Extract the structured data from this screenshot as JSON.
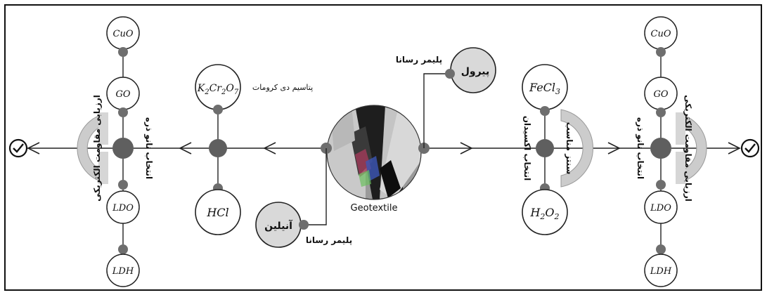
{
  "center": {
    "label": "Geotextile"
  },
  "left_branch": {
    "polymer_caption": "پلیمر رسانا",
    "polymer_name": "آنیلین",
    "oxidant_label": "پتاسیم دی کرومات",
    "oxidant_formula": "K2Cr2O7",
    "acid_formula": "HCl",
    "nano": {
      "step_label": "انتخاب نانو ذره",
      "test_label": "ارزیابی مقاومت الکتریکی",
      "top": [
        "CuO",
        "GO"
      ],
      "bottom": [
        "LDO",
        "LDH"
      ]
    }
  },
  "right_branch": {
    "polymer_caption": "پلیمر رسانا",
    "polymer_name": "پیرول",
    "oxidant_top": "FeCl3",
    "oxidant_bottom": "H2O2",
    "oxidant_step_label": "انتخاب اکسیدان",
    "synthesis_label": "سنتز مناسب",
    "nano": {
      "step_label": "انتخاب نانو ذره",
      "test_label": "ارزیابی مقاومت الکتریکی",
      "top": [
        "CuO",
        "GO"
      ],
      "bottom": [
        "LDO",
        "LDH"
      ]
    }
  },
  "end_icon": "check-circle-icon",
  "colors": {
    "node": "#6e6e6e",
    "hub": "#5f5f5f",
    "polymer_fill": "#d9d9d9",
    "bracket": "#cccccc",
    "line": "#222222"
  }
}
